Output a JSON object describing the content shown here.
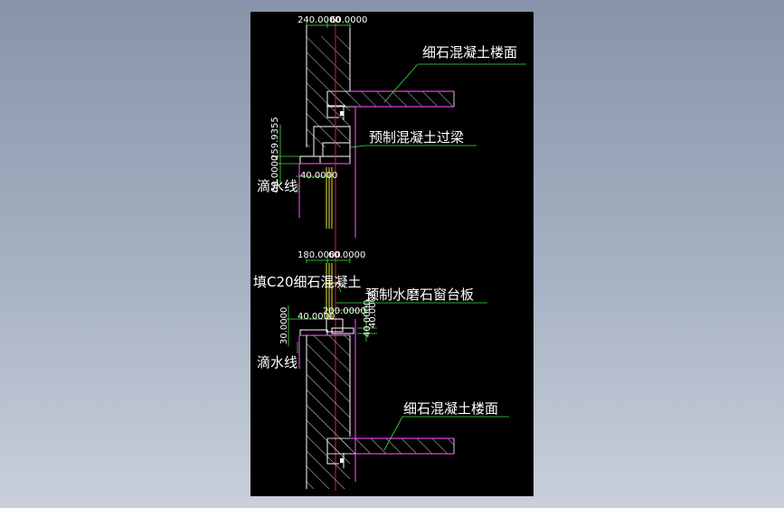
{
  "drawing": {
    "labels": {
      "floor_top": "细石混凝土楼面",
      "lintel": "预制混凝土过梁",
      "drip_top": "滴水线",
      "infill": "填C20细石混凝土",
      "sill": "预制水磨石窗台板",
      "drip_bottom": "滴水线",
      "floor_bottom": "细石混凝土楼面"
    },
    "dimensions": {
      "top_wall": "240.0000",
      "top_offset": "60.0000",
      "lintel_height": "259.9355",
      "lintel_drop": "60.0000",
      "drip_top_width": "40.0000",
      "sill_wall": "180.0000",
      "sill_offset": "60.0000",
      "sill_drop": "30.0000",
      "sill_drip_width": "40.0000",
      "sill_board": "200.0000",
      "sill_thickness": "40.0000",
      "sill_height": "40.0000"
    }
  }
}
